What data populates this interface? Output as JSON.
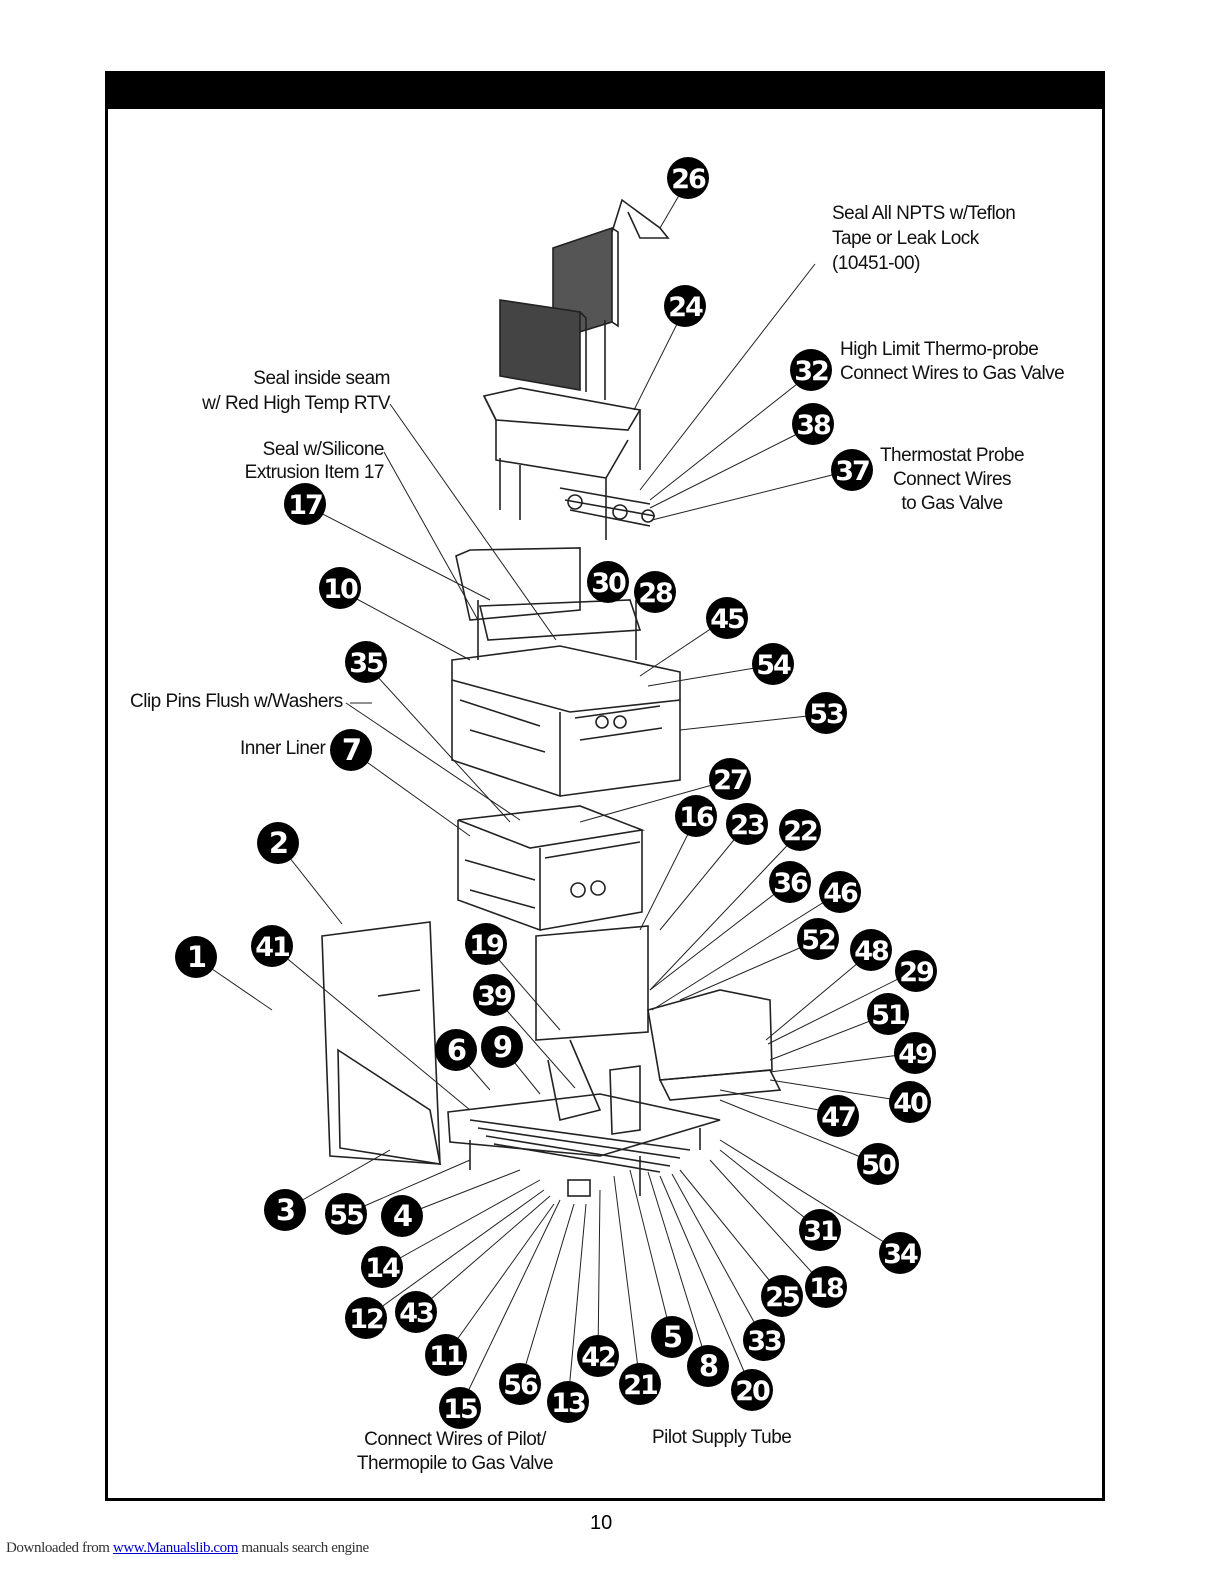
{
  "colors": {
    "frame": "#000000",
    "badge_fill": "#000000",
    "badge_text": "#ffffff",
    "link": "#0000cc"
  },
  "callouts": {
    "seal_npts_1": "Seal All NPTS w/Teflon",
    "seal_npts_2": "Tape or Leak Lock",
    "seal_npts_3": "(10451-00)",
    "high_limit_1": "High Limit Thermo-probe",
    "high_limit_2": "Connect Wires to Gas Valve",
    "thermostat_1": "Thermostat Probe",
    "thermostat_2": "Connect Wires",
    "thermostat_3": "to Gas Valve",
    "seal_inside_1": "Seal inside seam",
    "seal_inside_2": "w/ Red High Temp RTV",
    "seal_silicone_1": "Seal w/Silicone",
    "seal_silicone_2": "Extrusion Item 17",
    "clip_pins": "Clip Pins Flush w/Washers",
    "inner_liner": "Inner Liner",
    "pilot_wires_1": "Connect Wires of Pilot/",
    "pilot_wires_2": "Thermopile to Gas Valve",
    "pilot_supply": "Pilot Supply Tube"
  },
  "part_numbers": [
    "26",
    "24",
    "32",
    "38",
    "37",
    "17",
    "30",
    "28",
    "10",
    "45",
    "54",
    "35",
    "53",
    "7",
    "27",
    "16",
    "23",
    "22",
    "2",
    "36",
    "46",
    "52",
    "48",
    "29",
    "1",
    "41",
    "19",
    "39",
    "51",
    "49",
    "6",
    "9",
    "40",
    "47",
    "50",
    "3",
    "55",
    "4",
    "31",
    "34",
    "14",
    "25",
    "18",
    "12",
    "43",
    "33",
    "5",
    "11",
    "42",
    "8",
    "56",
    "21",
    "20",
    "15",
    "13"
  ],
  "page_number": "10",
  "footer": {
    "prefix": "Downloaded from ",
    "link": "www.Manualslib.com",
    "suffix": " manuals search engine"
  }
}
